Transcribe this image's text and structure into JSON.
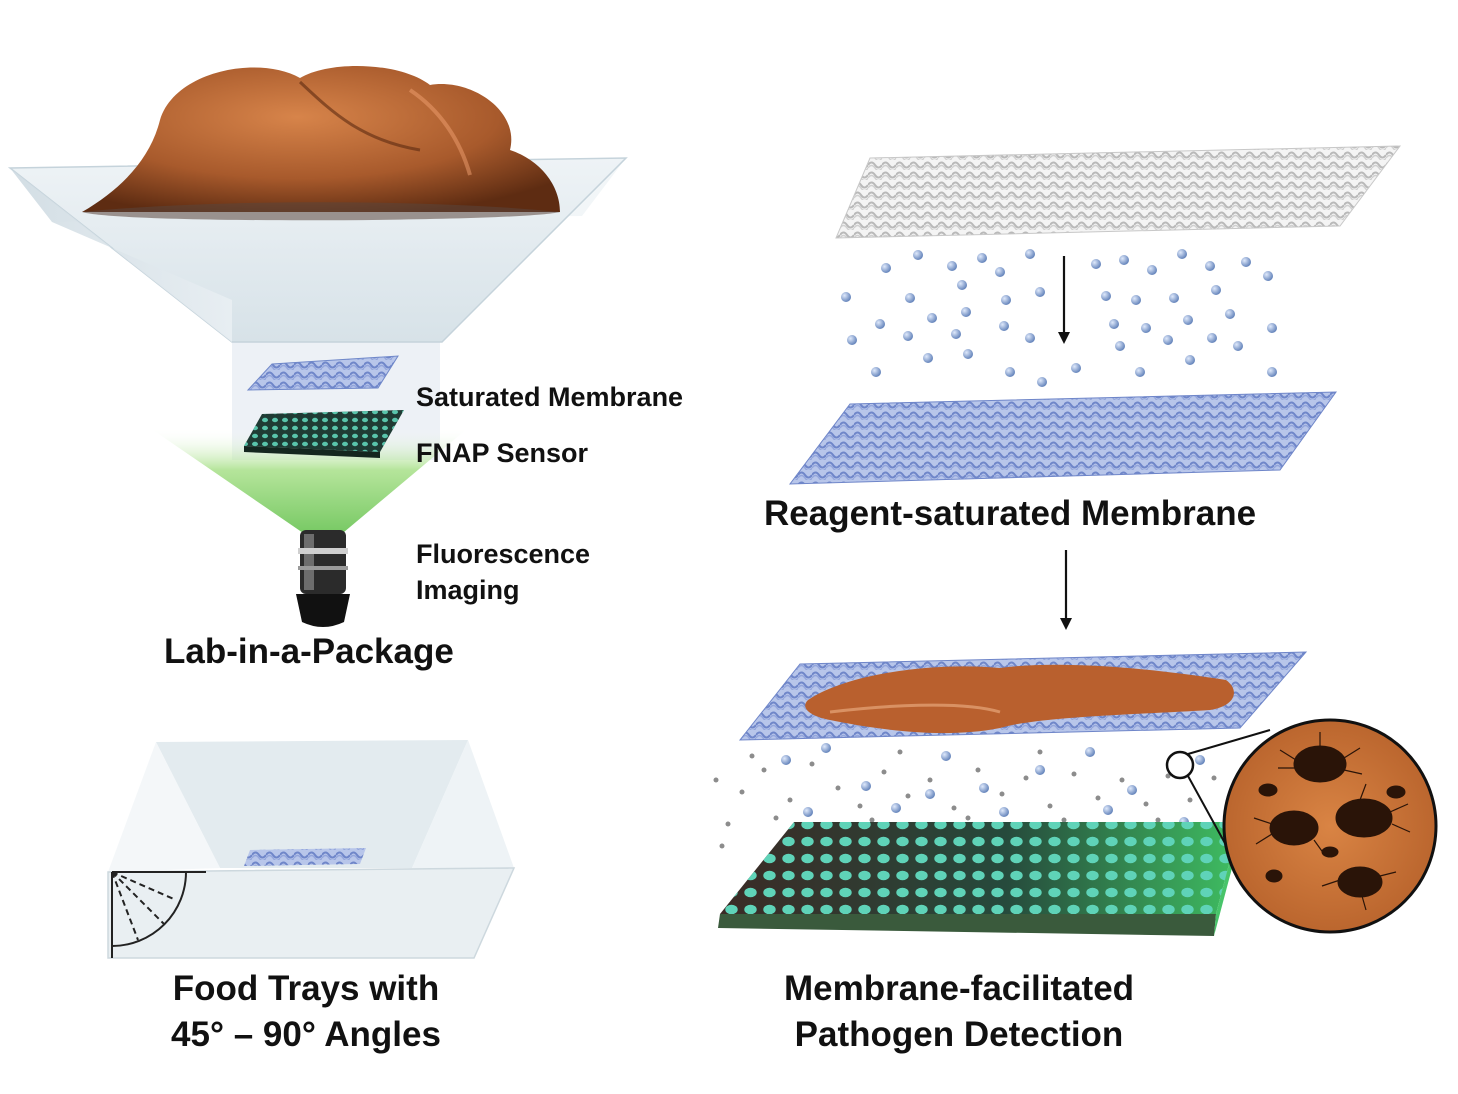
{
  "labels": {
    "saturated_membrane": "Saturated Membrane",
    "fnap_sensor": "FNAP Sensor",
    "fluorescence_imaging_line1": "Fluorescence",
    "fluorescence_imaging_line2": "Imaging",
    "lab_in_a_package": "Lab-in-a-Package",
    "food_trays_line1": "Food Trays with",
    "food_trays_line2": "45° – 90° Angles",
    "reagent_saturated_membrane": "Reagent-saturated Membrane",
    "pathogen_detection_line1": "Membrane-facilitated",
    "pathogen_detection_line2": "Pathogen Detection"
  },
  "colors": {
    "tray": "#e8eef2",
    "membrane_blue": "#8fa3d6",
    "sensor_dark": "#1f3b34",
    "sensor_well": "#5fd3b8",
    "light_cone": "#7cd35a",
    "meat": "#a0522d",
    "bacteria_bg": "#c8733a"
  }
}
